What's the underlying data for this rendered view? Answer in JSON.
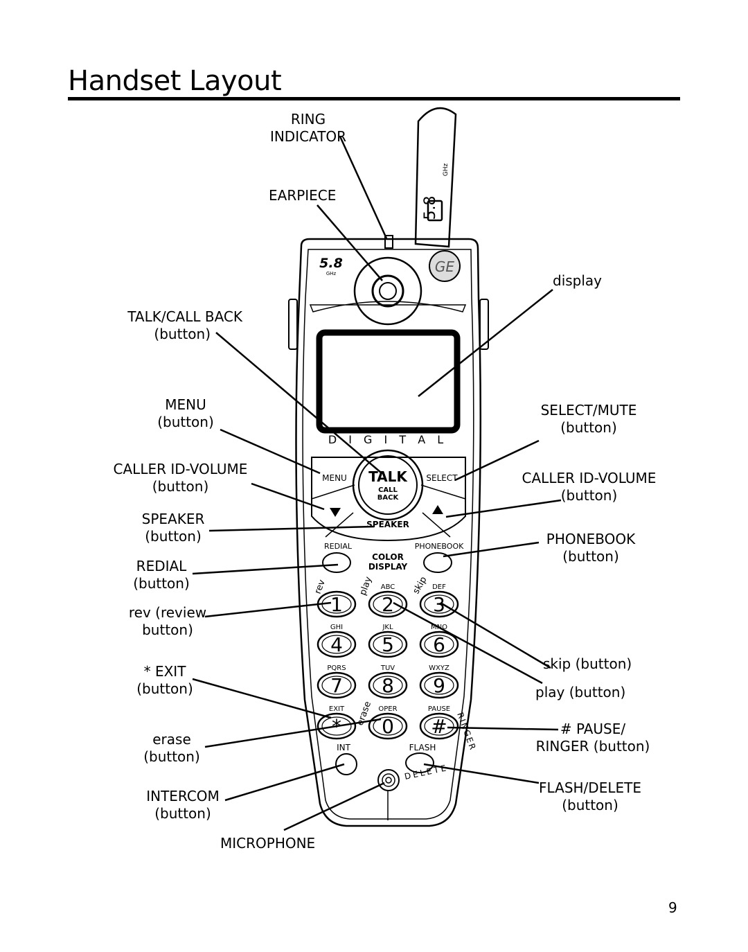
{
  "title": "Handset Layout",
  "page_number": "9",
  "labels": {
    "ring_indicator": [
      "RING",
      "INDICATOR"
    ],
    "earpiece": "EARPIECE",
    "display": "display",
    "talk_call_back": [
      "TALK/CALL BACK",
      "(button)"
    ],
    "menu": [
      "MENU",
      "(button)"
    ],
    "select_mute": [
      "SELECT/MUTE",
      "(button)"
    ],
    "caller_id_volume_left": [
      "CALLER ID-VOLUME",
      "(button)"
    ],
    "caller_id_volume_right": [
      "CALLER ID-VOLUME",
      "(button)"
    ],
    "speaker": [
      "SPEAKER",
      "(button)"
    ],
    "phonebook": [
      "PHONEBOOK",
      "(button)"
    ],
    "redial": [
      "REDIAL",
      "(button)"
    ],
    "rev": [
      "rev (review",
      "button)"
    ],
    "exit": [
      "* EXIT",
      "(button)"
    ],
    "skip": "skip (button)",
    "play": "play (button)",
    "erase": [
      "erase",
      "(button)"
    ],
    "pause_ringer": [
      "# PAUSE/",
      "RINGER (button)"
    ],
    "intercom": [
      "INTERCOM",
      "(button)"
    ],
    "flash_delete": [
      "FLASH/DELETE",
      "(button)"
    ],
    "microphone": "MICROPHONE"
  },
  "device": {
    "antenna_text": "5.8",
    "antenna_unit": "GHz",
    "badge_text": "5.8",
    "badge_unit": "GHz",
    "brand_logo": "GE",
    "digital_text": "D I G I T A L",
    "menu_key": "MENU",
    "select_key": "SELECT",
    "talk_key": "TALK",
    "call_back_key": [
      "CALL",
      "BACK"
    ],
    "speaker_key": "SPEAKER",
    "redial_key": "REDIAL",
    "phonebook_key": "PHONEBOOK",
    "color_display": [
      "COLOR",
      "DISPLAY"
    ],
    "rev_text": "rev",
    "play_text": "play",
    "skip_text": "skip",
    "erase_text": "erase",
    "ringer_text": "RINGER",
    "delete_text": "DELETE",
    "int_key": "INT",
    "flash_key": "FLASH",
    "keys": [
      {
        "digit": "1",
        "letters": ""
      },
      {
        "digit": "2",
        "letters": "ABC"
      },
      {
        "digit": "3",
        "letters": "DEF"
      },
      {
        "digit": "4",
        "letters": "GHI"
      },
      {
        "digit": "5",
        "letters": "JKL"
      },
      {
        "digit": "6",
        "letters": "MNO"
      },
      {
        "digit": "7",
        "letters": "PQRS"
      },
      {
        "digit": "8",
        "letters": "TUV"
      },
      {
        "digit": "9",
        "letters": "WXYZ"
      },
      {
        "digit": "*",
        "letters": "EXIT"
      },
      {
        "digit": "0",
        "letters": "OPER"
      },
      {
        "digit": "#",
        "letters": "PAUSE"
      }
    ]
  }
}
